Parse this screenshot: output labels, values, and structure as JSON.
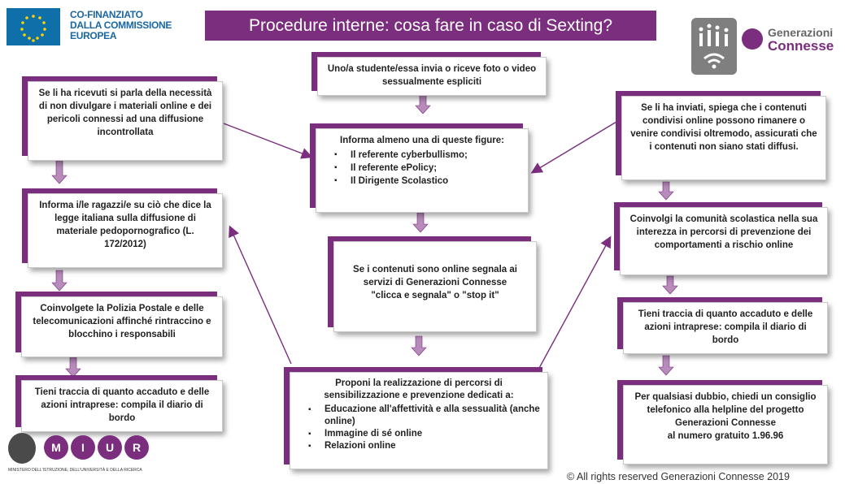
{
  "header": {
    "eu_text": "CO-FINANZIATO\nDALLA COMMISSIONE\nEUROPEA",
    "title": "Procedure interne: cosa fare in caso di Sexting?",
    "brand_line1": "Generazioni",
    "brand_line2": "Connesse"
  },
  "center": {
    "top": "Uno/a studente/essa  invia o riceve foto o video sessualmente espliciti",
    "inform_lead": "Informa almeno una di queste figure:",
    "inform_items": [
      "Il referente cyberbullismo;",
      "Il referente ePolicy;",
      "Il Dirigente Scolastico"
    ],
    "online": "Se i contenuti sono online segnala ai servizi di  Generazioni Connesse",
    "online_quote": "\"clicca e segnala\" o \"stop it\"",
    "propose_lead": "Proponi la realizzazione di percorsi di sensibilizzazione  e prevenzione dedicati a:",
    "propose_items": [
      "Educazione all'affettività e alla sessualità (anche online)",
      "Immagine di sé online",
      "Relazioni online"
    ]
  },
  "left": {
    "received_bold": "Se li ha ricevuti",
    "received_rest": " si parla della necessità di non divulgare i materiali online e dei pericoli connessi ad una diffusione incontrollata",
    "law": "Informa i/le ragazzi/e su ciò che dice la legge italiana sulla diffusione di materiale pedopornografico (L. 172/2012)",
    "police_pre": "Coinvolgete la ",
    "police_bold": "Polizia Postale",
    "police_rest": " e delle telecomunicazioni affinché rintraccino e blocchino i responsabili",
    "track": "Tieni traccia di quanto accaduto e delle azioni intraprese: compila il diario di bordo"
  },
  "right": {
    "sent_bold": "Se li ha inviati",
    "sent_rest": ", spiega che i contenuti condivisi online possono rimanere o venire condivisi oltremodo, assicurati che i contenuti non siano stati diffusi.",
    "community": "Coinvolgi la comunità scolastica nella sua interezza in percorsi di prevenzione dei comportamenti a rischio online",
    "track": "Tieni traccia di quanto accaduto e delle azioni intraprese: compila il diario di bordo",
    "doubt_bold": "Per qualsiasi dubbio",
    "doubt_rest": ", chiedi un consiglio telefonico alla helpline  del progetto Generazioni Connesse",
    "doubt_number": "al numero gratuito 1.96.96"
  },
  "footer": {
    "miur_letters": [
      "M",
      "I",
      "U",
      "R"
    ],
    "miur_caption": "MINISTERO DELL'ISTRUZIONE, DELL'UNIVERSITÀ E DELLA RICERCA",
    "copyright": "© All rights reserved Generazioni Connesse  2019"
  },
  "colors": {
    "accent": "#7b2d7e",
    "eu_blue": "#0f6fa8"
  }
}
